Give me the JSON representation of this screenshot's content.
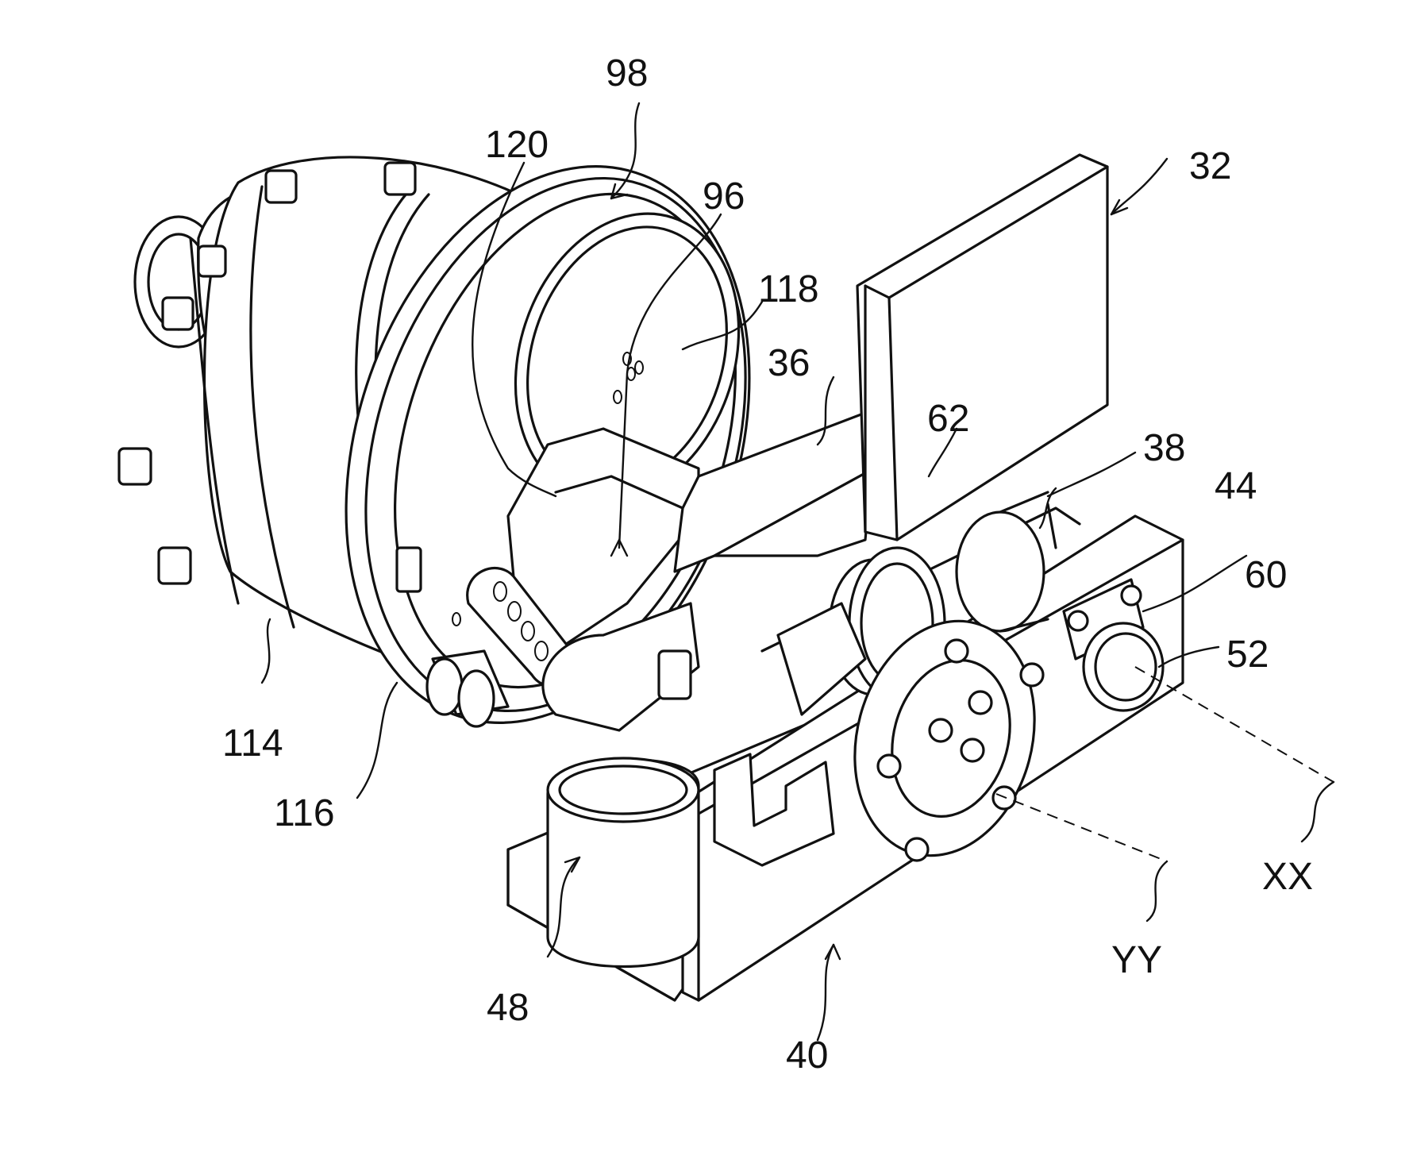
{
  "figure": {
    "labels": {
      "l98": "98",
      "l120": "120",
      "l96": "96",
      "l32": "32",
      "l118": "118",
      "l36": "36",
      "l62": "62",
      "l38": "38",
      "l44": "44",
      "l60": "60",
      "l52": "52",
      "l114": "114",
      "l116": "116",
      "l48": "48",
      "l40": "40",
      "lXX": "XX",
      "lYY": "YY"
    }
  }
}
